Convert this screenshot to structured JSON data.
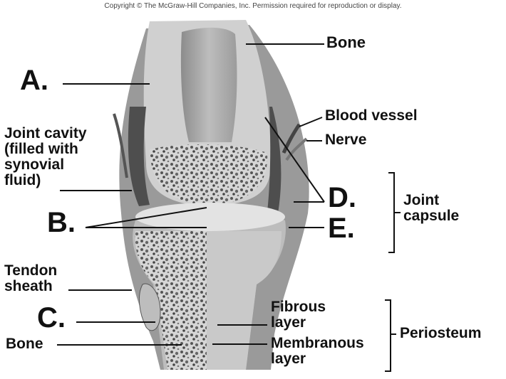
{
  "copyright": "Copyright © The McGraw-Hill Companies, Inc. Permission required for reproduction or display.",
  "labels": {
    "bone_top": "Bone",
    "a": "A.",
    "blood_vessel": "Blood vessel",
    "nerve": "Nerve",
    "joint_cavity": [
      "Joint cavity",
      "(filled with",
      "synovial",
      "fluid)"
    ],
    "d": "D.",
    "e": "E.",
    "joint_capsule": [
      "Joint",
      "capsule"
    ],
    "b": "B.",
    "tendon_sheath": [
      "Tendon",
      "sheath"
    ],
    "c": "C.",
    "fibrous_layer": [
      "Fibrous",
      "layer"
    ],
    "periosteum": "Periosteum",
    "bone_bottom": "Bone",
    "membranous_layer": [
      "Membranous",
      "layer"
    ]
  },
  "colors": {
    "line": "#111111",
    "bone_light": "#d9d9d9",
    "bone_mid": "#b5b5b5",
    "cavity_dark": "#5a5a5a",
    "spongy": "#8a8a8a"
  }
}
